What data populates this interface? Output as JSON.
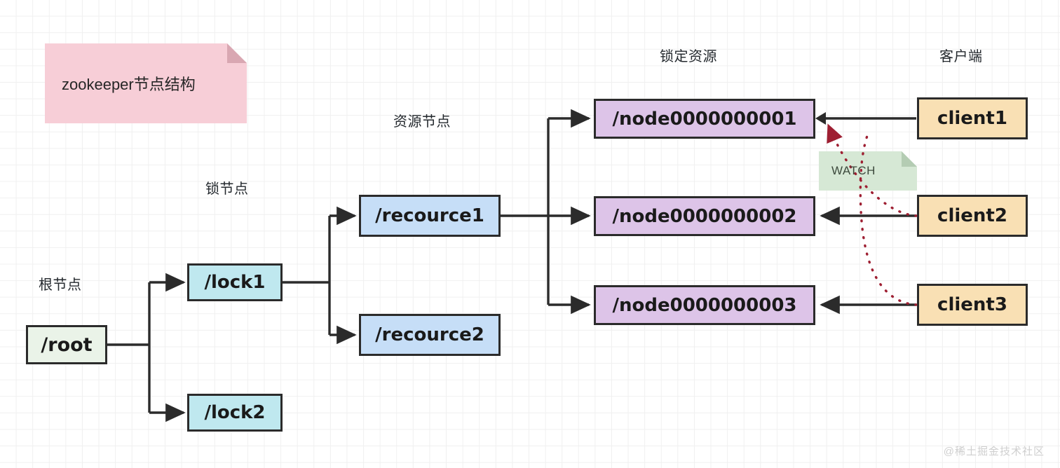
{
  "title_note": {
    "text": "zookeeper节点结构",
    "fill": "#f7ced7",
    "fold": "#d9a7b2"
  },
  "watch_note": {
    "text": "WATCH",
    "fill": "#d6e8d5",
    "fold": "#b4ccb3"
  },
  "column_labels": {
    "root": "根节点",
    "lock": "锁节点",
    "resource": "资源节点",
    "locked_resource": "锁定资源",
    "client": "客户端"
  },
  "nodes": {
    "root": {
      "label": "/root",
      "fill": "#eaf3e8"
    },
    "lock1": {
      "label": "/lock1",
      "fill": "#bfe8ef"
    },
    "lock2": {
      "label": "/lock2",
      "fill": "#bfe8ef"
    },
    "recource1": {
      "label": "/recource1",
      "fill": "#c6def7"
    },
    "recource2": {
      "label": "/recource2",
      "fill": "#c6def7"
    },
    "znode1": {
      "label": "/node0000000001",
      "fill": "#ddc4e8"
    },
    "znode2": {
      "label": "/node0000000002",
      "fill": "#ddc4e8"
    },
    "znode3": {
      "label": "/node0000000003",
      "fill": "#ddc4e8"
    },
    "client1": {
      "label": "client1",
      "fill": "#f9e0b4"
    },
    "client2": {
      "label": "client2",
      "fill": "#f9e0b4"
    },
    "client3": {
      "label": "client3",
      "fill": "#f9e0b4"
    }
  },
  "colors": {
    "stroke": "#2b2b2b",
    "watch_stroke": "#9e1f32",
    "grid": "#f0f0f0",
    "background": "#ffffff"
  },
  "watermark": "@稀土掘金技术社区"
}
